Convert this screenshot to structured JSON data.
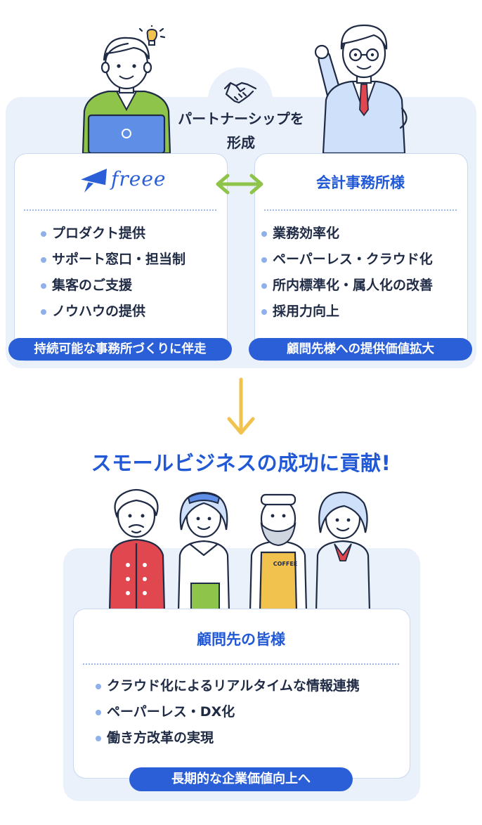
{
  "partnership": {
    "title_line1": "パートナーシップを",
    "title_line2": "形成"
  },
  "freee": {
    "logo_text": "freee",
    "items": [
      "プロダクト提供",
      "サポート窓口・担当制",
      "集客のご支援",
      "ノウハウの提供"
    ],
    "footer": "持続可能な事務所づくりに伴走"
  },
  "accounting": {
    "title": "会計事務所様",
    "items": [
      "業務効率化",
      "ペーパーレス・クラウド化",
      "所内標準化・属人化の改善",
      "採用力向上"
    ],
    "footer": "顧問先様への提供価値拡大"
  },
  "success": {
    "title": "スモールビジネスの成功に貢献!"
  },
  "clients": {
    "title": "顧問先の皆様",
    "items": [
      "クラウド化によるリアルタイムな情報連携",
      "ペーパーレス・DX化",
      "働き方改革の実現"
    ],
    "footer": "長期的な企業価値向上へ",
    "apron_text": "COFFEE"
  },
  "colors": {
    "accent": "#2a5fd8",
    "title_blue": "#2058d6",
    "band": "#eaf1fb",
    "arrow_green": "#8fc44a",
    "arrow_yellow": "#f2c24f"
  }
}
